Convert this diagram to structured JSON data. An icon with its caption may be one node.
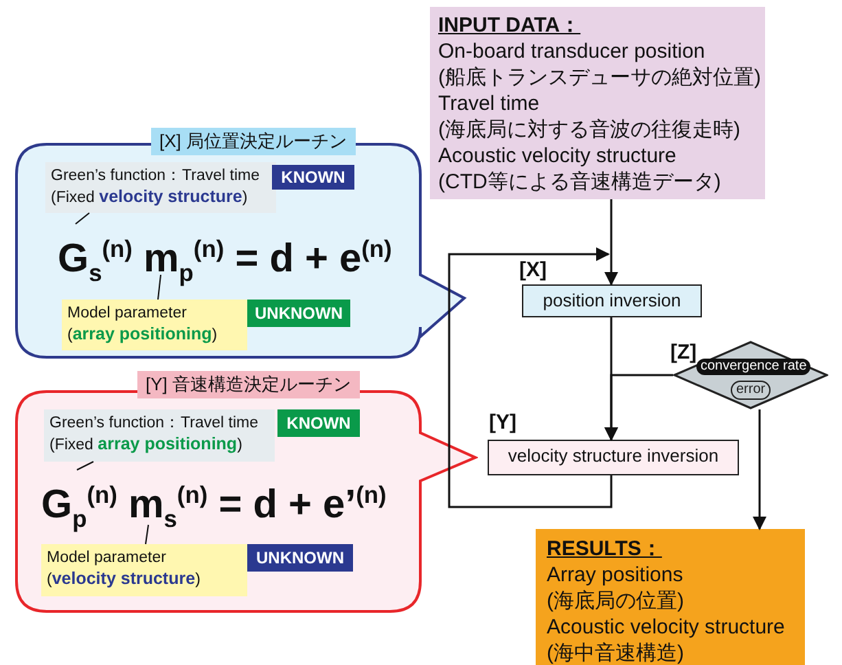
{
  "diagram": {
    "nodes": [
      {
        "text": [
          "INPUT DATA：",
          "On-board transducer position",
          "(船底トランスデューサの絶対位置)",
          "Travel time",
          "(海底局に対する音波の往復走時)",
          "Acoustic velocity structure",
          "(CTD等による音速構造データ)"
        ]
      },
      {
        "text": [
          "position inversion"
        ],
        "beside": [
          "[X]"
        ]
      },
      {
        "text": [
          "convergence rate",
          "error"
        ],
        "beside": [
          "[Z]"
        ]
      },
      {
        "text": [
          "velocity structure inversion"
        ],
        "beside": [
          "[Y]"
        ]
      },
      {
        "text": [
          "RESULTS：",
          "Array positions",
          "(海底局の位置)",
          "Acoustic velocity structure",
          "(海中音速構造)"
        ]
      },
      {
        "text": [
          "[X] 局位置決定ルーチン"
        ]
      },
      {
        "text": [
          "Green’s function：Travel time (Fixed **velocity structure**)"
        ],
        "in": 5
      },
      {
        "text": [
          "KNOWN"
        ],
        "in": 5
      },
      {
        "text": [
          "G$_{s}$$^{(n)}$ m$_{p}$$^{(n)}$ = d + e$^{(n)}$"
        ],
        "in": 5
      },
      {
        "text": [
          "Model parameter (**array positioning**)"
        ],
        "in": 5
      },
      {
        "text": [
          "UNKNOWN"
        ],
        "in": 5
      },
      {
        "text": [
          "[Y] 音速構造決定ルーチン"
        ]
      },
      {
        "text": [
          "Green’s function：Travel time (Fixed **array positioning**)"
        ],
        "in": 11
      },
      {
        "text": [
          "KNOWN"
        ],
        "in": 11
      },
      {
        "text": [
          "G$_{p}$$^{(n)}$ m$_{s}$$^{(n)}$ = d + e’$^{(n)}$"
        ],
        "in": 11
      },
      {
        "text": [
          "Model parameter (**velocity structure**)"
        ],
        "in": 11
      },
      {
        "text": [
          "UNKNOWN"
        ],
        "in": 11
      }
    ],
    "edges": [
      {
        "from": 0,
        "to": 1,
        "arrow": "to"
      },
      {
        "from": 3,
        "to": 1,
        "arrow": "to"
      },
      {
        "from": 1,
        "to": 3,
        "arrow": "to"
      },
      {
        "from": 2,
        "to": 3,
        "arrow": "to"
      },
      {
        "from": 2,
        "to": 4,
        "arrow": "to"
      },
      {
        "from": 6,
        "to": 8,
        "arrow": "none"
      },
      {
        "from": 9,
        "to": 8,
        "arrow": "none"
      },
      {
        "from": 12,
        "to": 14,
        "arrow": "none"
      },
      {
        "from": 15,
        "to": 14,
        "arrow": "none"
      }
    ]
  }
}
